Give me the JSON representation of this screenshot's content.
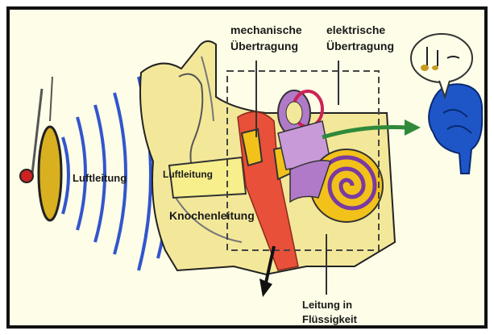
{
  "labels": {
    "mechanical_line1": "mechanische",
    "mechanical_line2": "Übertragung",
    "electrical_line1": "elektrische",
    "electrical_line2": "Übertragung",
    "air_conduction": "Luftleitung",
    "air_conduction_inner": "Luftleitung",
    "bone_conduction": "Knochenleitung",
    "fluid_line1": "Leitung in",
    "fluid_line2": "Flüssigkeit"
  },
  "colors": {
    "background": "#fdfde8",
    "frame": "#111111",
    "sound_waves": "#3355cc",
    "skin": "#f3e89a",
    "ear_canal_red": "#e8503a",
    "ossicles_yellow": "#f2c21a",
    "cochlea_purple": "#b07ac8",
    "nerve_arrow_green": "#2f8a3a",
    "brain_blue": "#1e56c8",
    "tuning_fork": "#d8b020"
  }
}
